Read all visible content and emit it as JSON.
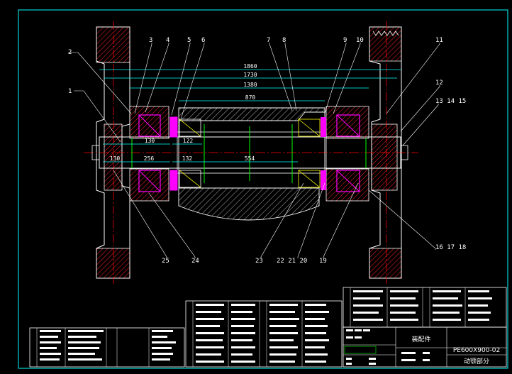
{
  "drawing": {
    "part_labels": [
      "1",
      "2",
      "3",
      "4",
      "5",
      "6",
      "7",
      "8",
      "9",
      "10",
      "11",
      "12",
      "13 14 15",
      "16 17 18",
      "19",
      "22 21 20",
      "23",
      "24",
      "25"
    ],
    "dims_overall": [
      "1860",
      "1730",
      "1380",
      "870"
    ],
    "dims_lower": [
      "130",
      "122",
      "256",
      "132",
      "554",
      "130"
    ]
  },
  "title_block": {
    "left_title": "装配件",
    "code": "PE600X900-02",
    "sub_title": "动颚部分"
  },
  "colors": {
    "frame": "#00ffff",
    "outline": "#ffffff",
    "centerline": "#ff0000",
    "hatch": "#ff0000",
    "bearing": "#ff00ff",
    "seal_green": "#00ff00",
    "yellow": "#ffff00",
    "dim_line": "#00ffff"
  }
}
